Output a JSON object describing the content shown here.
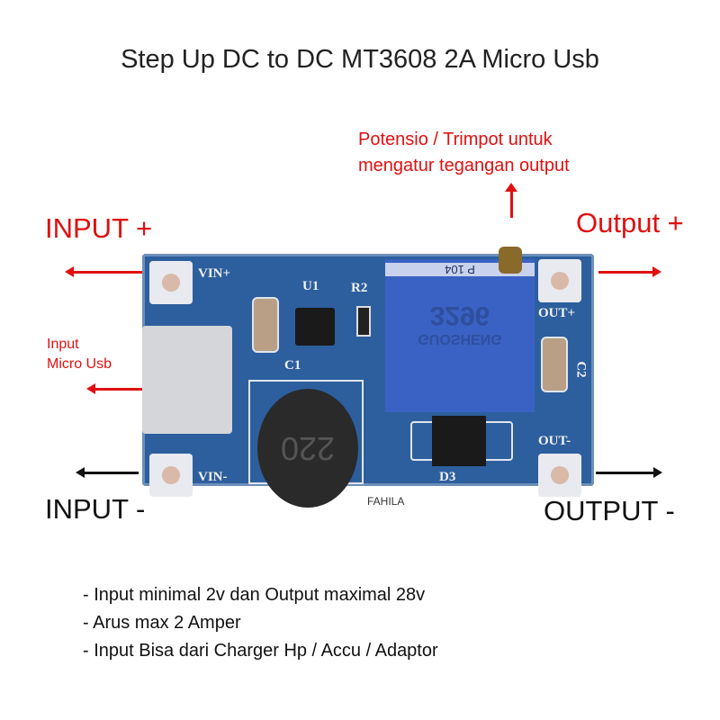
{
  "title": "Step Up DC to DC MT3608 2A Micro Usb",
  "annotations": {
    "potensio_line1": "Potensio / Trimpot untuk",
    "potensio_line2": "mengatur tegangan output",
    "input_plus": "INPUT +",
    "output_plus": "Output +",
    "input_micro_line1": "Input",
    "input_micro_line2": "Micro Usb",
    "input_minus": "INPUT -",
    "output_minus": "OUTPUT -",
    "watermark": "FAHILA"
  },
  "board_labels": {
    "vin_plus": "VIN+",
    "vin_minus": "VIN-",
    "u1": "U1",
    "r2": "R2",
    "c1": "C1",
    "d3": "D3",
    "out_plus": "OUT+",
    "out_minus": "OUT-",
    "c2": "C2",
    "pot_code": "3296",
    "pot_brand": "GUOSHENG",
    "pot_value": "P 104",
    "inductor": "220"
  },
  "notes": [
    "- Input minimal 2v dan Output maximal 28v",
    "- Arus max 2 Amper",
    "- Input Bisa dari Charger Hp / Accu / Adaptor"
  ],
  "colors": {
    "annotation_red": "#e01010",
    "pcb_blue": "#2d5f9e",
    "pot_blue": "#3a62c4"
  }
}
